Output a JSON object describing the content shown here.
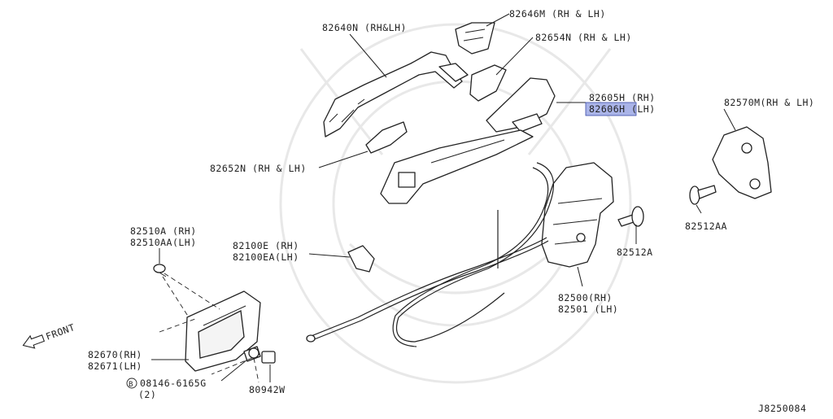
{
  "labels": {
    "outside_handle": "82640N (RH&LH)",
    "handle_escutcheon": "82646M (RH & LH)",
    "handle_gasket": "82654N (RH & LH)",
    "handle_bracket_rh": "82605H (RH)",
    "handle_bracket_lh": "82606H (LH)",
    "striker": "82570M(RH & LH)",
    "striker_screw": "82512AA",
    "rear_gasket": "82652N (RH & LH)",
    "inside_handle_bolt_rh": "82510A  (RH)",
    "inside_handle_bolt_lh": "82510AA(LH)",
    "clip_rh": "82100E  (RH)",
    "clip_lh": "82100EA(LH)",
    "lock_screw": "82512A",
    "lock_rh": "82500(RH)",
    "lock_lh": "82501 (LH)",
    "inside_handle_rh": "82670(RH)",
    "inside_handle_lh": "82671(LH)",
    "bolt_symbol": "B",
    "bolt_number": "08146-6165G",
    "bolt_qty": "(2)",
    "grommet": "80942W",
    "front_indicator": "FRONT",
    "diagram_code": "J8250084"
  },
  "highlight_color": "#aab4e8"
}
